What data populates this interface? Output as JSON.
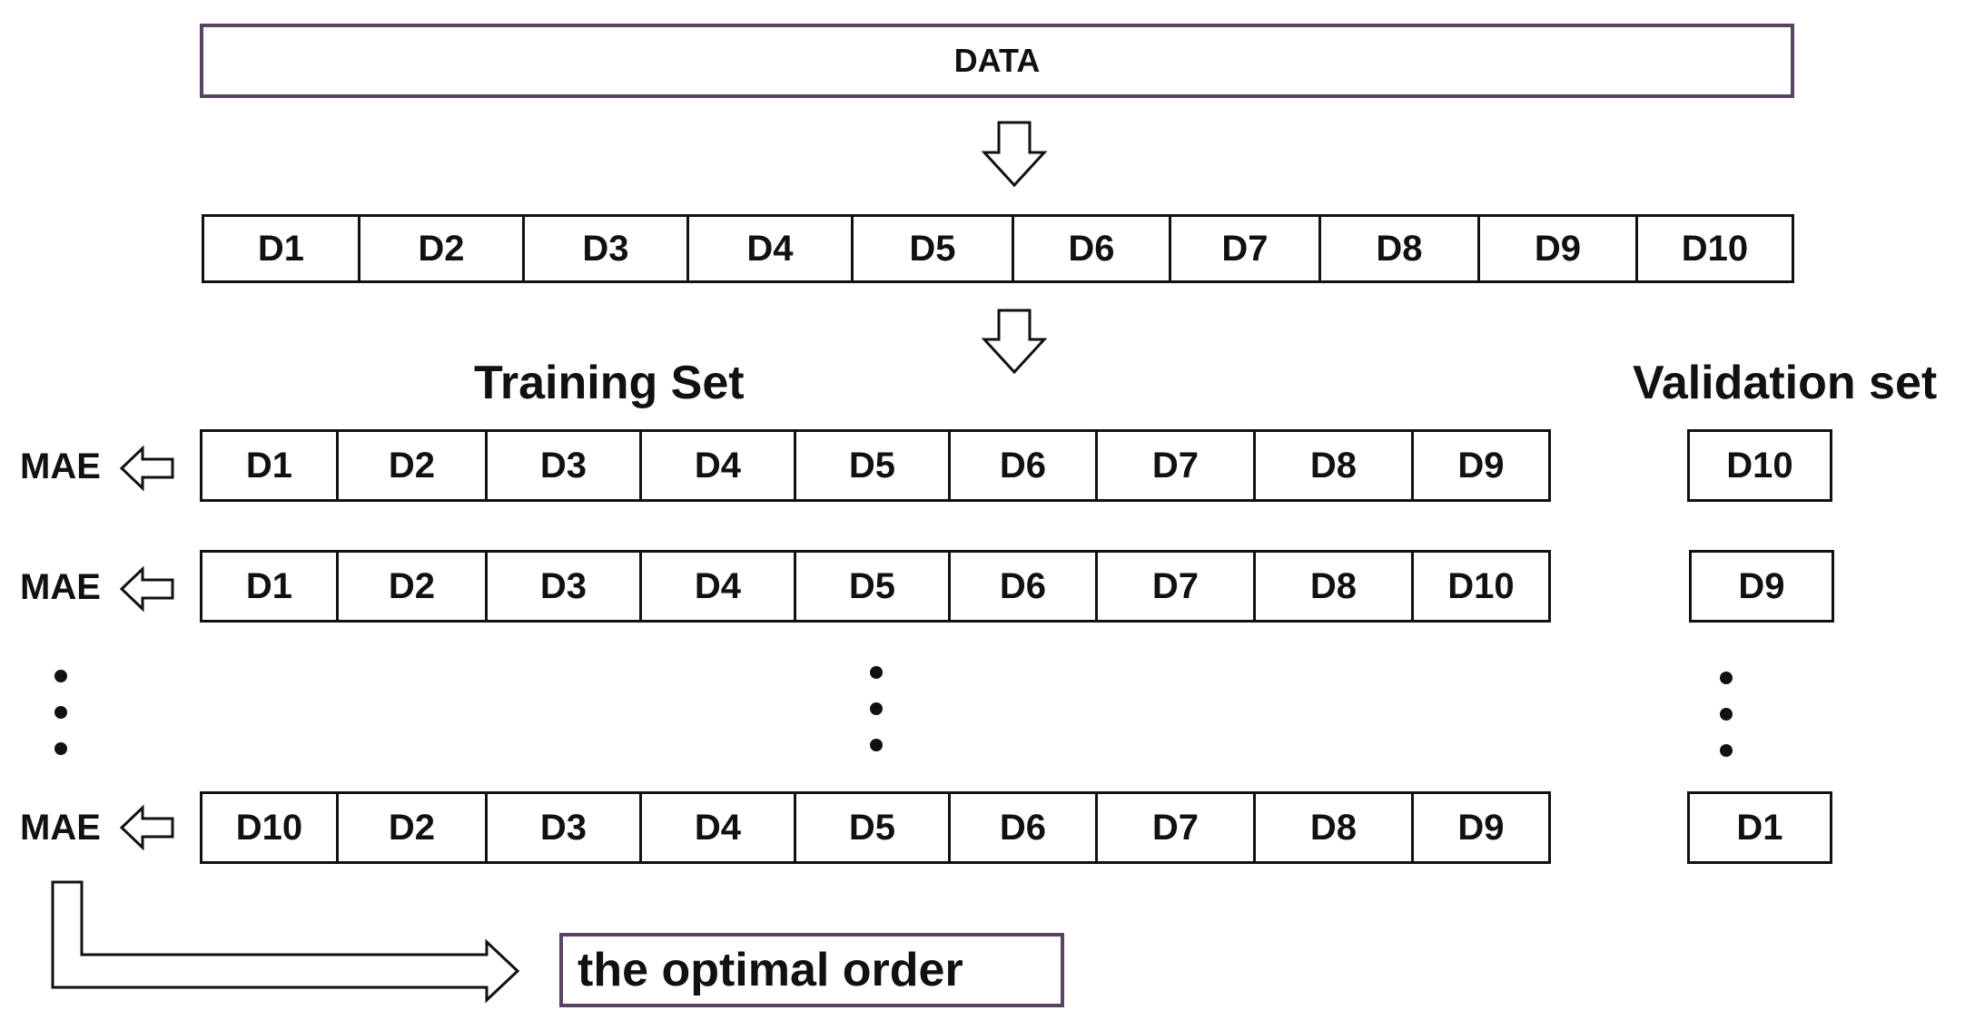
{
  "data_label": "DATA",
  "folds": [
    "D1",
    "D2",
    "D3",
    "D4",
    "D5",
    "D6",
    "D7",
    "D8",
    "D9",
    "D10"
  ],
  "training_heading": "Training Set",
  "validation_heading": "Validation set",
  "mae_label": "MAE",
  "rows": [
    {
      "training": [
        "D1",
        "D2",
        "D3",
        "D4",
        "D5",
        "D6",
        "D7",
        "D8",
        "D9"
      ],
      "validation": "D10"
    },
    {
      "training": [
        "D1",
        "D2",
        "D3",
        "D4",
        "D5",
        "D6",
        "D7",
        "D8",
        "D10"
      ],
      "validation": "D9"
    },
    {
      "training": [
        "D10",
        "D2",
        "D3",
        "D4",
        "D5",
        "D6",
        "D7",
        "D8",
        "D9"
      ],
      "validation": "D1"
    }
  ],
  "result_label": "the optimal order"
}
